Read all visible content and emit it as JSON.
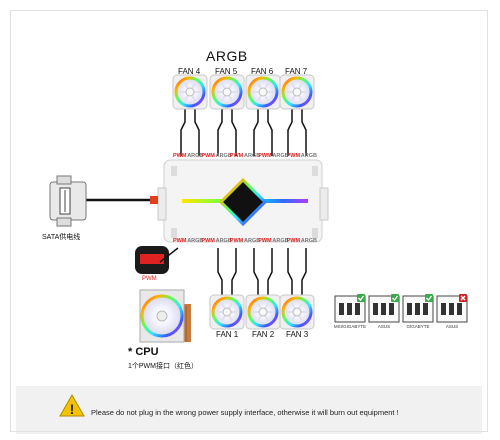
{
  "title": "ARGB",
  "top_fans": [
    "FAN 4",
    "FAN 5",
    "FAN 6",
    "FAN 7"
  ],
  "bottom_fans": [
    "FAN 1",
    "FAN 2",
    "FAN 3"
  ],
  "top_ports": [
    "PWM",
    "ARGB",
    "PWM",
    "ARGB",
    "PWM",
    "ARGB",
    "PWM",
    "ARGB",
    "PWM",
    "ARGB"
  ],
  "bottom_ports": [
    "PWM",
    "ARGB",
    "PWM",
    "ARGB",
    "PWM",
    "ARGB",
    "PWM",
    "ARGB",
    "PWM",
    "ARGB"
  ],
  "sata_label": "SATA供电线",
  "cpu_title": "* CPU",
  "cpu_note": "1个PWM接口（红色）",
  "pwm_tag": "PWM",
  "compat": [
    "MSI/GIGABYTE",
    "ASUS",
    "GIGABYTE",
    "ASUS"
  ],
  "compat_status": [
    "ok",
    "ok",
    "ok",
    "no"
  ],
  "warning": "Please do not plug in the wrong power supply interface, otherwise it will burn out equipment !",
  "colors": {
    "accent_red": "#d22222",
    "ok_green": "#3aa94a",
    "warn_yellow": "#f2c200",
    "hub_body": "#f4f4f4"
  }
}
